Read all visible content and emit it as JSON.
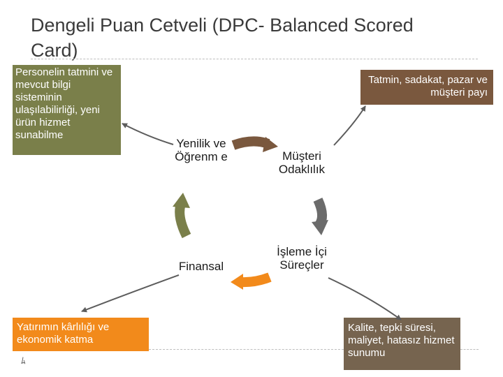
{
  "title": "Dengeli Puan Cetveli (DPC- Balanced Scored Card)",
  "boxes": {
    "learning_outcomes": "Personelin tatmini ve mevcut bilgi sisteminin ulaşılabilirliği, yeni ürün hizmet sunabilme",
    "customer_outcomes": "Tatmin, sadakat, pazar ve müşteri payı",
    "financial_outcomes": "Yatırımın kârlılığı ve ekonomik katma",
    "process_outcomes": "Kalite, tepki süresi, maliyet, hatasız hizmet sunumu"
  },
  "nodes": {
    "learning": "Yenilik ve Öğrenm e",
    "customer": "Müşteri Odaklılık",
    "financial": "Finansal",
    "process": "İşleme İçi Süreçler"
  },
  "footer_mark": "ﾑ",
  "colors": {
    "olive": "#7a7f4a",
    "brown": "#7a583e",
    "orange": "#f28a1b",
    "taupe": "#76644f",
    "gray_arrow": "#6b6b6b",
    "connector": "#5c5c5c"
  }
}
